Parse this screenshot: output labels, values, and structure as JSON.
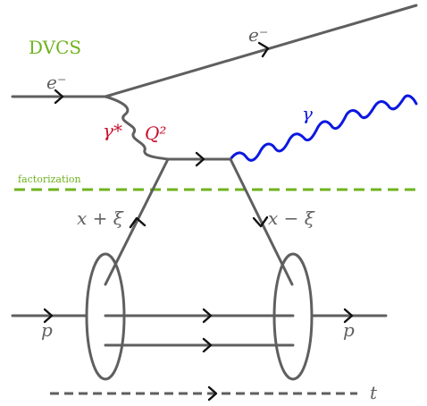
{
  "title": "DVCS",
  "factorization_label": "factorization",
  "labels": {
    "electron_in": "e⁻",
    "electron_out": "e⁻",
    "virtual_photon": "γ*",
    "q2": "Q²",
    "real_photon": "γ",
    "x_plus_xi": "x + ξ",
    "x_minus_xi": "x − ξ",
    "proton_in": "p",
    "proton_out": "p",
    "t": "t"
  },
  "colors": {
    "line": "#5f5f5f",
    "virtual_photon": "#5f5f5f",
    "real_photon": "#0b18e0",
    "factorization": "#6fb31f",
    "title": "#6fb31f",
    "accent_red": "#c8102e"
  }
}
